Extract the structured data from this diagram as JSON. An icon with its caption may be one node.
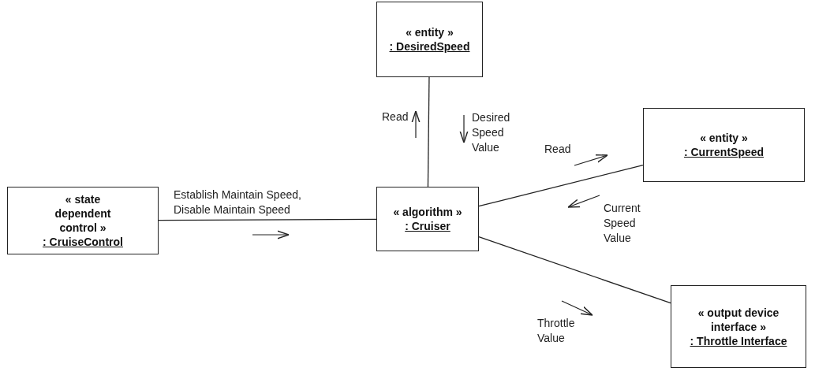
{
  "diagram": {
    "nodes": [
      {
        "text": [
          "« entity »",
          ": DesiredSpeed"
        ]
      },
      {
        "text": [
          "« entity »",
          ": CurrentSpeed"
        ]
      },
      {
        "text": [
          "« state dependent control »",
          ": CruiseControl"
        ]
      },
      {
        "text": [
          "« algorithm »",
          ": Cruiser"
        ]
      },
      {
        "text": [
          "« output device interface »",
          ": Throttle Interface"
        ]
      }
    ],
    "edges": [
      {
        "from": 2,
        "to": 3,
        "arrow": "none",
        "label": "Establish Maintain Speed, Disable Maintain Speed"
      },
      {
        "from": 3,
        "to": 0,
        "arrow": "none",
        "label": "Read"
      },
      {
        "from": 3,
        "to": 1,
        "arrow": "none",
        "label": "Read"
      },
      {
        "from": 3,
        "to": 4,
        "arrow": "none",
        "label": "Throttle Value"
      }
    ],
    "labels": [
      "Desired Speed Value",
      "Current Speed Value"
    ]
  }
}
